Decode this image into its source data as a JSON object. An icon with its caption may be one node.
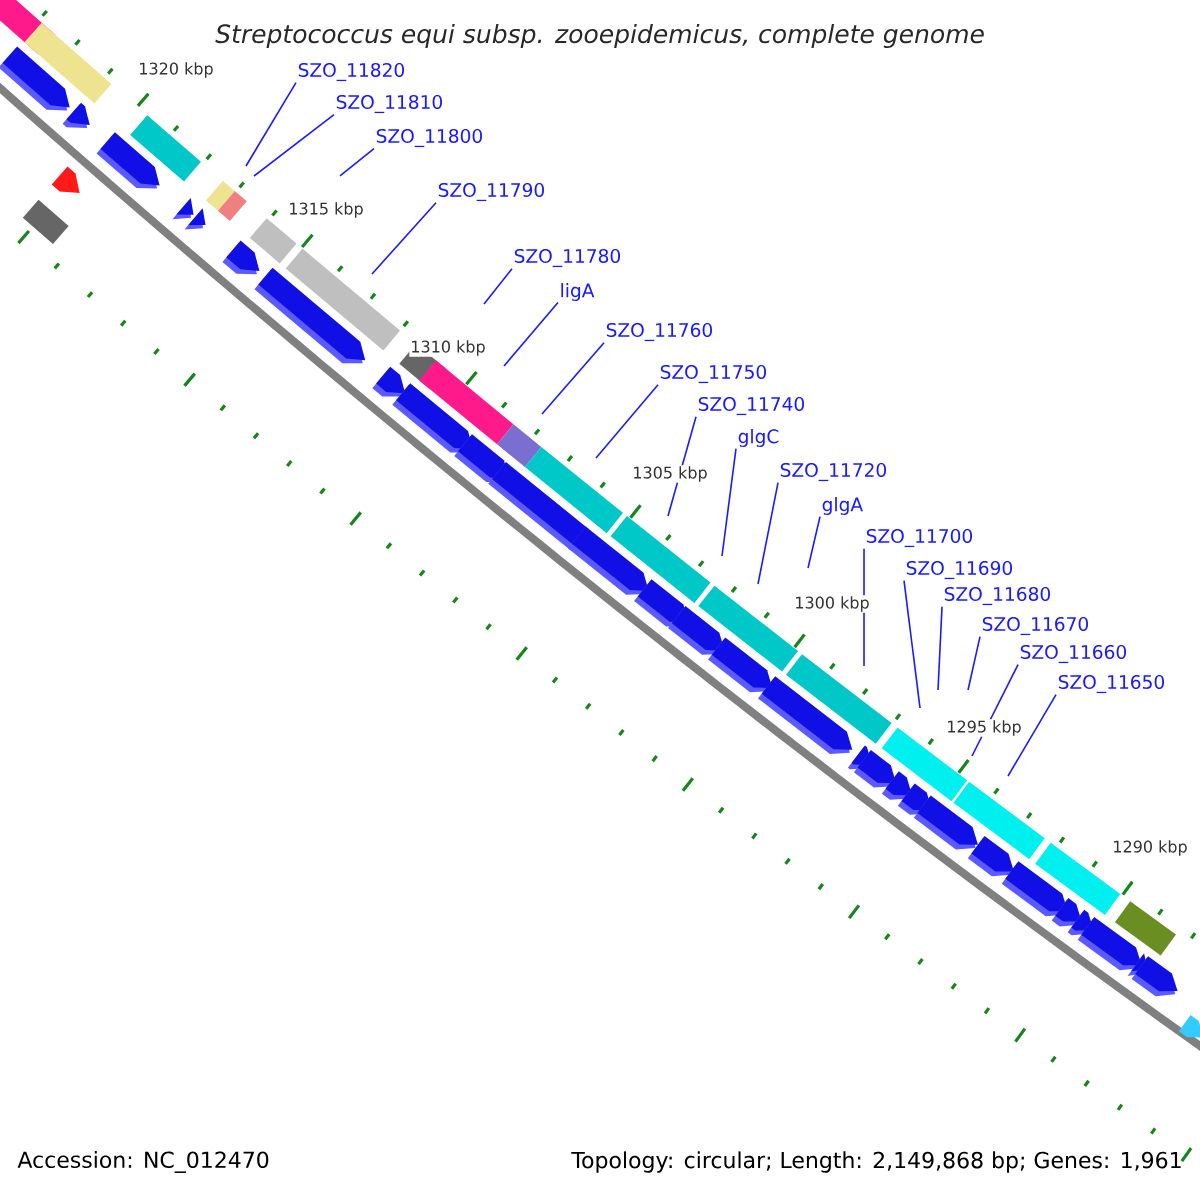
{
  "diagram": {
    "title": "Streptococcus equi subsp. zooepidemicus, complete genome",
    "nodes": [
      {
        "text": [
          "SZO_11820"
        ]
      },
      {
        "text": [
          "SZO_11810"
        ]
      },
      {
        "text": [
          "SZO_11800"
        ]
      },
      {
        "text": [
          "SZO_11790"
        ]
      },
      {
        "text": [
          "SZO_11780"
        ]
      },
      {
        "text": [
          "ligA"
        ]
      },
      {
        "text": [
          "SZO_11760"
        ]
      },
      {
        "text": [
          "SZO_11750"
        ]
      },
      {
        "text": [
          "SZO_11740"
        ]
      },
      {
        "text": [
          "glgC"
        ]
      },
      {
        "text": [
          "SZO_11720"
        ]
      },
      {
        "text": [
          "glgA"
        ]
      },
      {
        "text": [
          "SZO_11700"
        ]
      },
      {
        "text": [
          "SZO_11690"
        ]
      },
      {
        "text": [
          "SZO_11680"
        ]
      },
      {
        "text": [
          "SZO_11670"
        ]
      },
      {
        "text": [
          "SZO_11660"
        ]
      },
      {
        "text": [
          "SZO_11650"
        ]
      }
    ],
    "edges": [
      {
        "from": 0,
        "to": null,
        "arrow": "none"
      },
      {
        "from": 1,
        "to": null,
        "arrow": "none"
      },
      {
        "from": 2,
        "to": null,
        "arrow": "none"
      },
      {
        "from": 3,
        "to": null,
        "arrow": "none"
      },
      {
        "from": 4,
        "to": null,
        "arrow": "none"
      },
      {
        "from": 5,
        "to": null,
        "arrow": "none"
      },
      {
        "from": 6,
        "to": null,
        "arrow": "none"
      },
      {
        "from": 7,
        "to": null,
        "arrow": "none"
      },
      {
        "from": 8,
        "to": null,
        "arrow": "none"
      },
      {
        "from": 9,
        "to": null,
        "arrow": "none"
      },
      {
        "from": 10,
        "to": null,
        "arrow": "none"
      },
      {
        "from": 11,
        "to": null,
        "arrow": "none"
      },
      {
        "from": 12,
        "to": null,
        "arrow": "none"
      },
      {
        "from": 13,
        "to": null,
        "arrow": "none"
      },
      {
        "from": 14,
        "to": null,
        "arrow": "none"
      },
      {
        "from": 15,
        "to": null,
        "arrow": "none"
      },
      {
        "from": 16,
        "to": null,
        "arrow": "none"
      },
      {
        "from": 17,
        "to": null,
        "arrow": "none"
      }
    ],
    "labels": [
      "1320 kbp",
      "1315 kbp",
      "1310 kbp",
      "1305 kbp",
      "1300 kbp",
      "1295 kbp",
      "1290 kbp",
      "Accession: NC_012470",
      "Topology: circular; Length: 2,149,868 bp; Genes: 1,961"
    ]
  }
}
